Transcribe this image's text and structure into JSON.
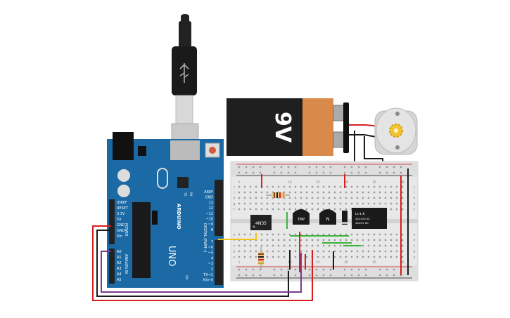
{
  "usb_cable": {
    "icon": "usb-icon"
  },
  "battery": {
    "label": "9V",
    "body_color": "#1f1f1f",
    "cap_color": "#d98a4a"
  },
  "motor": {
    "icon": "gear-icon"
  },
  "arduino": {
    "brand": "ARDUINO",
    "model": "UNO",
    "board_color": "#1b6aa5",
    "digital_label": "DIGITAL (PWM~)",
    "power_label": "POWER",
    "analog_label": "ANALOG IN",
    "on_label": "ON",
    "tx_label": "TX",
    "rx_label": "RX",
    "top_pins": [
      "AREF",
      "GND",
      "13",
      "12",
      "~11",
      "~10",
      "~9",
      "8"
    ],
    "bottom_pins": [
      "7",
      "~6",
      "~5",
      "4",
      "~3",
      "2",
      "TX→1",
      "RX←0"
    ],
    "power_pins": [
      "IOREF",
      "RESET",
      "3.3V",
      "5V",
      "GND",
      "GND",
      "Vin"
    ],
    "analog_pins": [
      "A0",
      "A1",
      "A2",
      "A3",
      "A4",
      "A5"
    ]
  },
  "breadboard": {
    "column_numbers": [
      "1",
      "5",
      "10",
      "15",
      "20",
      "25",
      "30"
    ],
    "row_letters_top": [
      "j",
      "i",
      "h",
      "g",
      "f"
    ],
    "row_letters_bottom": [
      "e",
      "d",
      "c",
      "b",
      "a"
    ]
  },
  "components": {
    "optocoupler": "4N35",
    "temp_sensor": "TMP",
    "transistor": "N",
    "relay_line1": "Ls-L-K",
    "relay_line2": "3A/120V AC",
    "relay_line3": "3A/24V DC"
  },
  "wire_colors": {
    "red": "#d42020",
    "black": "#1a1a1a",
    "purple": "#7a3a8f",
    "yellow": "#f0c419",
    "green": "#3cb33c"
  }
}
